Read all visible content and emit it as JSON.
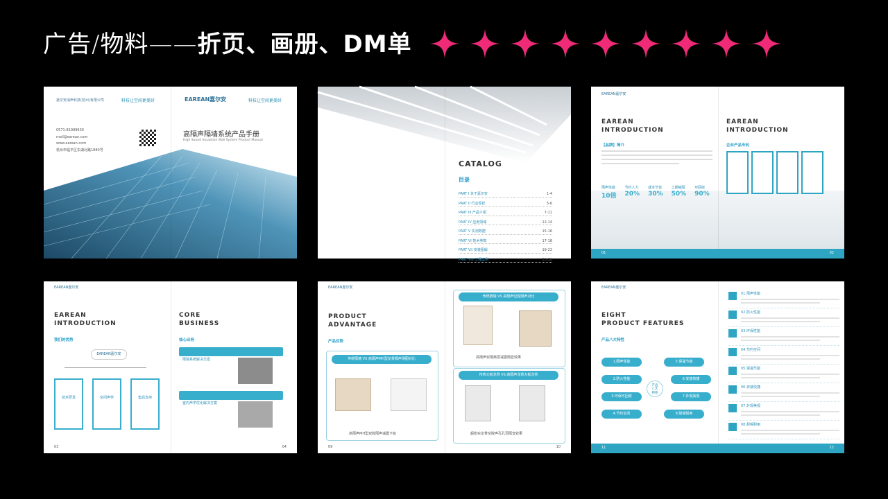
{
  "header": {
    "title_light": "广告/物料——",
    "title_bold": "折页、画册、DM单",
    "star_color": "#ef2a77",
    "star_count": 9
  },
  "s1": {
    "logo_left": "嘉尔安消声科技(杭州)有限公司",
    "slogan": "科技让空间更美好",
    "brand": "EAREAN嘉尔安",
    "contacts": [
      "0571-81999630",
      "mail@earean.com",
      "www.earean.com",
      "杭州市临平区东湖北路1880号"
    ],
    "cover_title": "高隔声隔墙系统产品手册",
    "cover_subtitle": "High Sound Insulation Wall System Product Manual"
  },
  "s2": {
    "catalog": "CATALOG",
    "toc_title": "目录",
    "toc": [
      {
        "part": "PART I 关于嘉尔安",
        "page": "1-4"
      },
      {
        "part": "PART II 行业现状",
        "page": "5-6"
      },
      {
        "part": "PART III 产品介绍",
        "page": "7-11"
      },
      {
        "part": "PART IV 应用领域",
        "page": "12-14"
      },
      {
        "part": "PART V 实测数据",
        "page": "15-16"
      },
      {
        "part": "PART VI 技术参数",
        "page": "17-18"
      },
      {
        "part": "PART VII 安装图解",
        "page": "19-22"
      },
      {
        "part": "PART VIII 工程案例",
        "page": "23-28"
      }
    ]
  },
  "s3": {
    "hdr1": "EAREAN\nINTRODUCTION",
    "sub1": "【品牌】简介",
    "stats": [
      {
        "label": "隔声性能",
        "value": "10倍"
      },
      {
        "label": "节约人力",
        "value": "20%"
      },
      {
        "label": "成本节省",
        "value": "30%"
      },
      {
        "label": "工期缩短",
        "value": "50%"
      },
      {
        "label": "可回收",
        "value": "90%"
      }
    ],
    "hdr2": "EAREAN\nINTRODUCTION",
    "sub2": "企业产品专利",
    "page_l": "01",
    "page_r": "02"
  },
  "s4": {
    "hdr1": "EAREAN\nINTRODUCTION",
    "sub1": "我们的优势",
    "brand": "EAREAN嘉尔安",
    "adv": [
      "技术研发",
      "空间声学",
      "售后支持"
    ],
    "hdr2": "CORE\nBUSINESS",
    "sub2": "核心业务",
    "biz1": "隔墙系统解决方案",
    "biz2": "室内声学优化解决方案",
    "page_l": "03",
    "page_r": "04"
  },
  "s5": {
    "hdr": "PRODUCT\nADVANTAGE",
    "sub": "产品优势",
    "cmp1": "传统隔墙 VS 高隔声MH型龙骨隔声测图对比",
    "cmp2": "传统隔墙 VS 高隔声空腔隔声对比",
    "cmp3": "传统大板龙骨 VS 高隔声龙骨大板龙骨",
    "foot1": "高隔声MH型双腔隔声减震卡扣",
    "foot2": "高隔声双隔离层减震隔音效果",
    "foot3": "超密实龙骨空腔声孔孔洞隔音效果",
    "page_l": "09",
    "page_r": "10"
  },
  "s6": {
    "hdr": "EIGHT\nPRODUCT FEATURES",
    "sub": "产品八大特性",
    "center": "产品\n八大\n特性",
    "features": [
      "1.隔声性能",
      "2.防火性能",
      "3.环保可回收",
      "4.节约空间",
      "5.保温节能",
      "6.安装快捷",
      "7.外观美观",
      "8.耐候耐用"
    ],
    "list": [
      "01.隔声性能",
      "02.防火性能",
      "03.环保性能",
      "04.节约空间",
      "05.保温节能",
      "06.安装快捷",
      "07.外观美观",
      "08.耐候耐用"
    ],
    "page_l": "11",
    "page_r": "12"
  }
}
